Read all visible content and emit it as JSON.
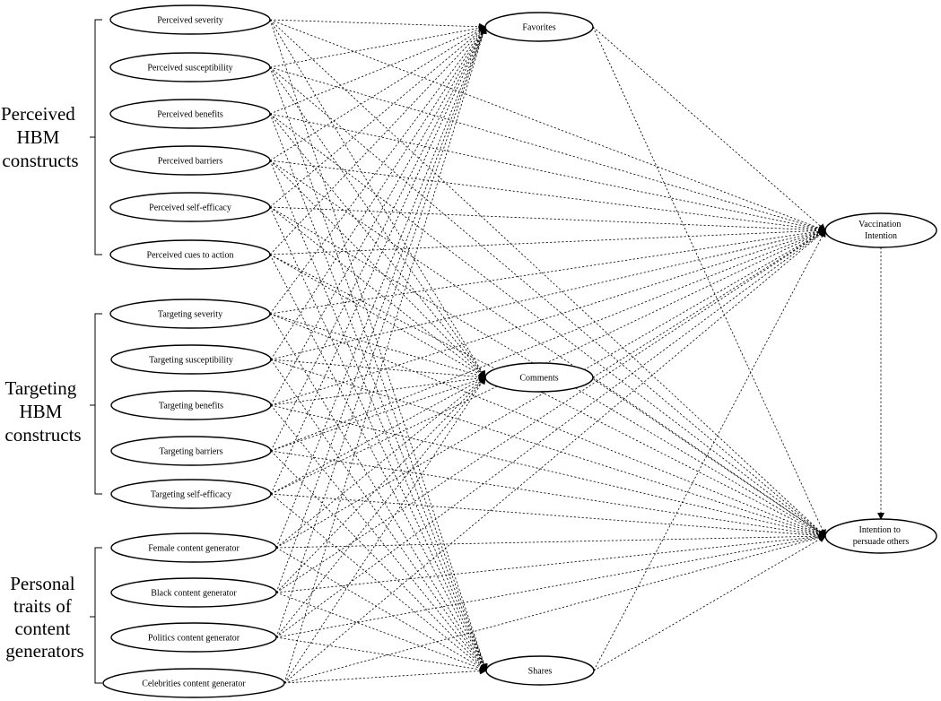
{
  "groups": [
    {
      "id": "perceived",
      "lines": [
        "Perceived",
        "HBM",
        "constructs"
      ]
    },
    {
      "id": "targeting",
      "lines": [
        "Targeting",
        "HBM",
        "constructs"
      ]
    },
    {
      "id": "traits",
      "lines": [
        "Personal",
        "traits of",
        "content",
        "generators"
      ]
    }
  ],
  "predictors": [
    {
      "id": "p_severity",
      "label": "Perceived severity"
    },
    {
      "id": "p_susceptibility",
      "label": "Perceived susceptibility"
    },
    {
      "id": "p_benefits",
      "label": "Perceived benefits"
    },
    {
      "id": "p_barriers",
      "label": "Perceived barriers"
    },
    {
      "id": "p_selfefficacy",
      "label": "Perceived self-efficacy"
    },
    {
      "id": "p_cues",
      "label": "Perceived cues to action"
    },
    {
      "id": "t_severity",
      "label": "Targeting severity"
    },
    {
      "id": "t_susceptibility",
      "label": "Targeting susceptibility"
    },
    {
      "id": "t_benefits",
      "label": "Targeting benefits"
    },
    {
      "id": "t_barriers",
      "label": "Targeting barriers"
    },
    {
      "id": "t_selfefficacy",
      "label": "Targeting self-efficacy"
    },
    {
      "id": "female",
      "label": "Female content generator"
    },
    {
      "id": "black",
      "label": "Black content generator"
    },
    {
      "id": "politics",
      "label": "Politics content generator"
    },
    {
      "id": "celebrities",
      "label": "Celebrities content generator"
    }
  ],
  "mediators": [
    {
      "id": "favorites",
      "label": "Favorites"
    },
    {
      "id": "comments",
      "label": "Comments"
    },
    {
      "id": "shares",
      "label": "Shares"
    }
  ],
  "outcomes": [
    {
      "id": "vaccination",
      "lines": [
        "Vaccination",
        "Intention"
      ]
    },
    {
      "id": "persuade",
      "lines": [
        "Intention to",
        "persuade others"
      ]
    }
  ],
  "edges": {
    "all_predictors_to": [
      "favorites",
      "comments",
      "shares",
      "vaccination",
      "persuade"
    ],
    "all_mediators_to": [
      "vaccination",
      "persuade"
    ],
    "extra": [
      [
        "vaccination",
        "persuade"
      ]
    ]
  }
}
